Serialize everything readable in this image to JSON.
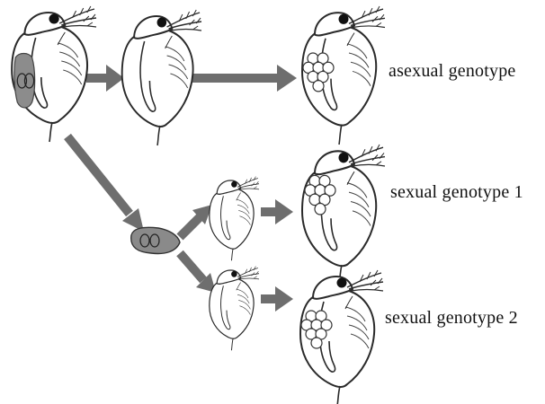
{
  "labels": {
    "asexual": "asexual genotype",
    "sexual_1": "sexual genotype 1",
    "sexual_2": "sexual genotype 2"
  },
  "colors": {
    "arrow": "#6e6e6e",
    "outline": "#2a2a2a",
    "brood_fill": "#8c8c8c",
    "resting_egg_fill": "#8a8a8a",
    "eye": "#111111"
  },
  "icons": {
    "organism": "daphnia-icon",
    "eggs": "egg-cluster-icon",
    "resting_egg": "ephippium-icon",
    "arrow": "arrow-icon"
  }
}
